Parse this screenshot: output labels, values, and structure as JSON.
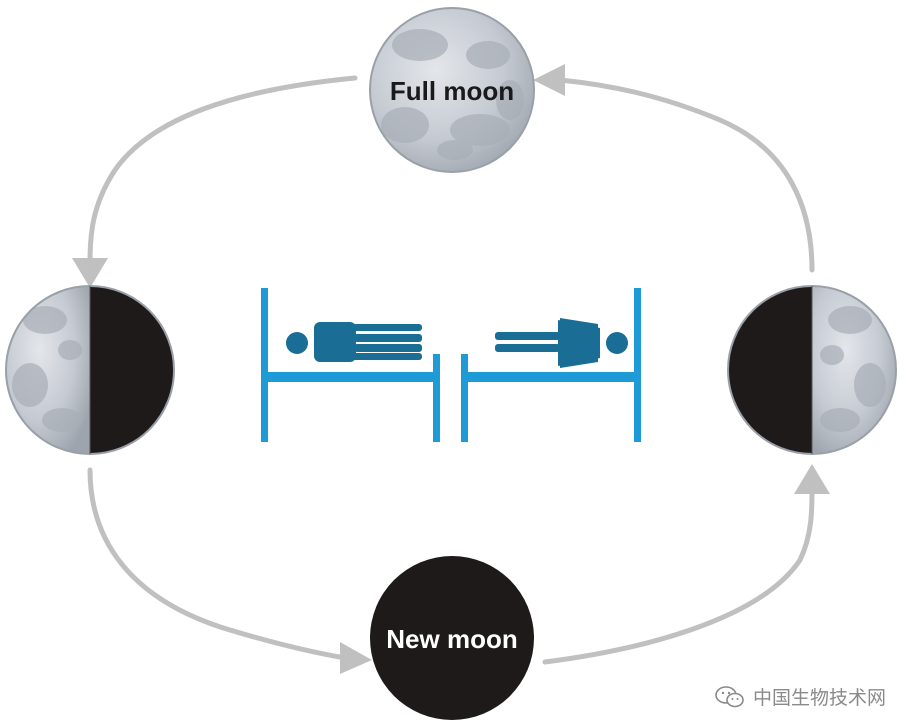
{
  "moons": {
    "full": {
      "label": "Full moon",
      "phase": "full"
    },
    "new": {
      "label": "New moon",
      "phase": "new"
    },
    "left": {
      "label": "",
      "phase": "waning"
    },
    "right": {
      "label": "",
      "phase": "waxing"
    }
  },
  "colors": {
    "arrow": "#c0c0c0",
    "bed": "#1e9ad6",
    "person": "#1a6d94",
    "moon_dark": "#1e1a1a",
    "moon_light": "#c9ced6"
  },
  "watermark": {
    "text": "中国生物技术网",
    "icon": "wechat-icon"
  }
}
